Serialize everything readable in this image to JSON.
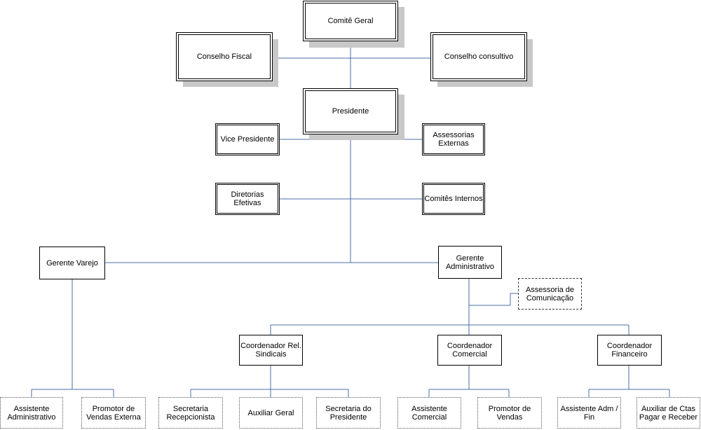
{
  "colors": {
    "connector": "#4a6fa5",
    "box_border": "#000000",
    "shadow": "#c8c8c8"
  },
  "nodes": {
    "comite_geral": "Comitê Geral",
    "conselho_fiscal": "Conselho Fiscal",
    "conselho_consultivo": "Conselho consultivo",
    "presidente": "Presidente",
    "vice_presidente": "Vice Presidente",
    "assessorias_externas": "Assessorias\nExternas",
    "diretorias_efetivas": "Diretorias\nEfetivas",
    "comites_internos": "Comitês Internos",
    "gerente_varejo": "Gerente Varejo",
    "gerente_administrativo": "Gerente\nAdministrativo",
    "assessoria_comunicacao": "Assessoria de\nComunicação",
    "coord_rel_sindicais": "Coordenador Rel.\nSindicais",
    "coord_comercial": "Coordenador\nComercial",
    "coord_financeiro": "Coordenador\nFinanceiro",
    "assistente_administrativo": "Assistente\nAdministrativo",
    "promotor_vendas_externa": "Promotor de\nVendas Externa",
    "secretaria_recepcionista": "Secretaria\nRecepcionista",
    "auxiliar_geral": "Auxiliar Geral",
    "secretaria_presidente": "Secretaria do\nPresidente",
    "assistente_comercial": "Assistente\nComercial",
    "promotor_vendas": "Promotor de\nVendas",
    "assistente_adm_fin": "Assistente Adm /\nFin",
    "auxiliar_ctas": "Auxiliar de Ctas\nPagar e Receber"
  }
}
